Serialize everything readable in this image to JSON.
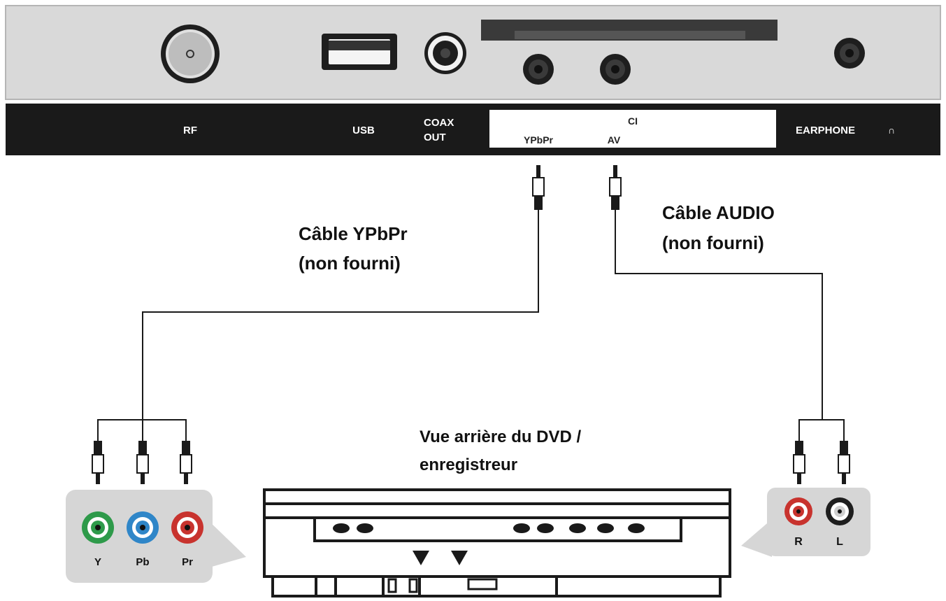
{
  "panel": {
    "ports": {
      "rf": "RF",
      "usb": "USB",
      "coax_line1": "COAX",
      "coax_line2": "OUT",
      "ci": "CI",
      "ypbpr": "YPbPr",
      "av": "AV",
      "earphone": "EARPHONE",
      "earphone_symbol": "∩"
    }
  },
  "cables": {
    "ypbpr_line1": "Câble YPbPr",
    "ypbpr_line2": "(non fourni)",
    "audio_line1": "Câble AUDIO",
    "audio_line2": "(non fourni)"
  },
  "dvd": {
    "title_line1": "Vue arrière du DVD /",
    "title_line2": "enregistreur"
  },
  "component_jacks": {
    "y": "Y",
    "pb": "Pb",
    "pr": "Pr"
  },
  "audio_jacks": {
    "r": "R",
    "l": "L"
  },
  "colors": {
    "panel_bg": "#d9d9d9",
    "label_bar": "#1a1a1a",
    "jack_green": "#2e9a4a",
    "jack_blue": "#2f86c8",
    "jack_red": "#c8332e",
    "callout_bg": "#d6d6d6"
  }
}
